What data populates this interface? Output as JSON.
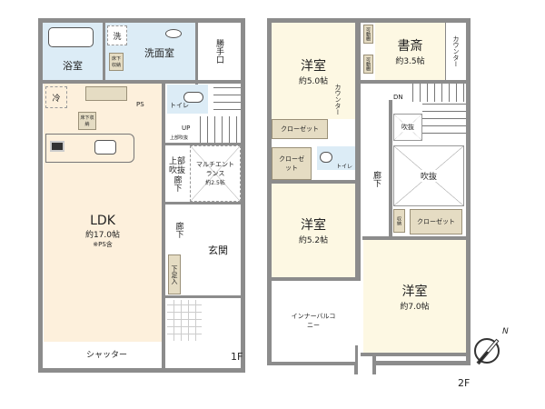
{
  "floor1": {
    "label": "1F",
    "bath": "浴室",
    "washer": "洗",
    "washroom": "洗面室",
    "underfloor_storage": "床下収納",
    "back_door": "勝手口",
    "fridge": "冷",
    "ps": "PS",
    "toilet": "トイレ",
    "up": "UP",
    "upper_void_small": "上部吹抜",
    "upper_void": "上部吹抜",
    "corridor": "廊下",
    "multi_entrance": "マルチエントランス",
    "multi_entrance_size": "約2.5帖",
    "ldk": "LDK",
    "ldk_size": "約17.0帖",
    "ldk_note": "※PS含",
    "shoe_storage": "下足入",
    "entrance": "玄関",
    "shutter": "シャッター"
  },
  "floor2": {
    "label": "2F",
    "room1": "洋室",
    "room1_size": "約5.0帖",
    "shelf1": "可動棚",
    "shelf2": "可動棚",
    "study": "書斎",
    "study_size": "約3.5帖",
    "counter_study": "カウンター",
    "counter_room": "カウンター",
    "closet1": "クローゼット",
    "closet2": "クローゼット",
    "toilet": "トイレ",
    "corridor": "廊下",
    "dn": "DN",
    "void_small": "吹抜",
    "void_big": "吹抜",
    "room2": "洋室",
    "room2_size": "約5.2帖",
    "storage": "収納",
    "closet3": "クローゼット",
    "room3": "洋室",
    "room3_size": "約7.0帖",
    "balcony": "インナーバルコニー"
  },
  "compass": {
    "label": "N"
  },
  "colors": {
    "wall": "#8c8c8c",
    "ldk": "#fdf0dc",
    "wet": "#dcecf6",
    "bedroom": "#fdf8e3",
    "storage": "#e5dcc3"
  }
}
